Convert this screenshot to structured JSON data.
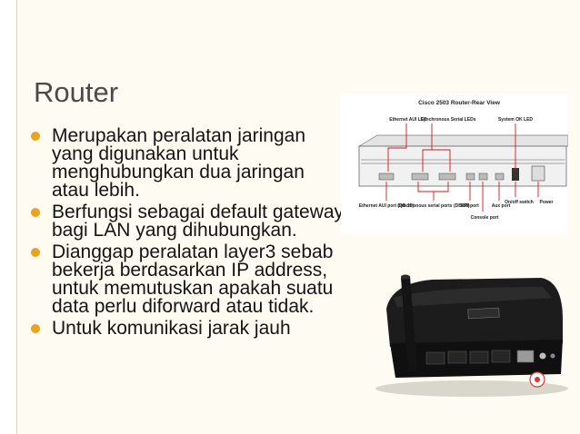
{
  "slide": {
    "title": "Router",
    "bullets": [
      "Merupakan peralatan jaringan yang digunakan untuk menghubungkan dua jaringan atau lebih.",
      "Berfungsi sebagai default gateway bagi LAN yang dihubungkan.",
      "Dianggap peralatan layer3 sebab bekerja berdasarkan IP address, untuk memutuskan apakah suatu data perlu diforward atau tidak.",
      "Untuk komunikasi jarak jauh"
    ]
  },
  "diagram": {
    "title": "Cisco 2503 Router-Rear View",
    "top_labels": {
      "ethernet_led": "Ethernet AUI LED",
      "sync_leds": "Synchronous Serial LEDs",
      "system_led": "System OK LED"
    },
    "bottom_labels": {
      "ethernet_port": "Ethernet AUI port (DB-15)",
      "sync_ports": "Synchronous serial ports (DB-60)",
      "bri": "BRI port",
      "console": "Console port",
      "aux": "Aux port",
      "switch": "On/off switch",
      "power": "Power"
    }
  },
  "accent": "#e9a41c"
}
